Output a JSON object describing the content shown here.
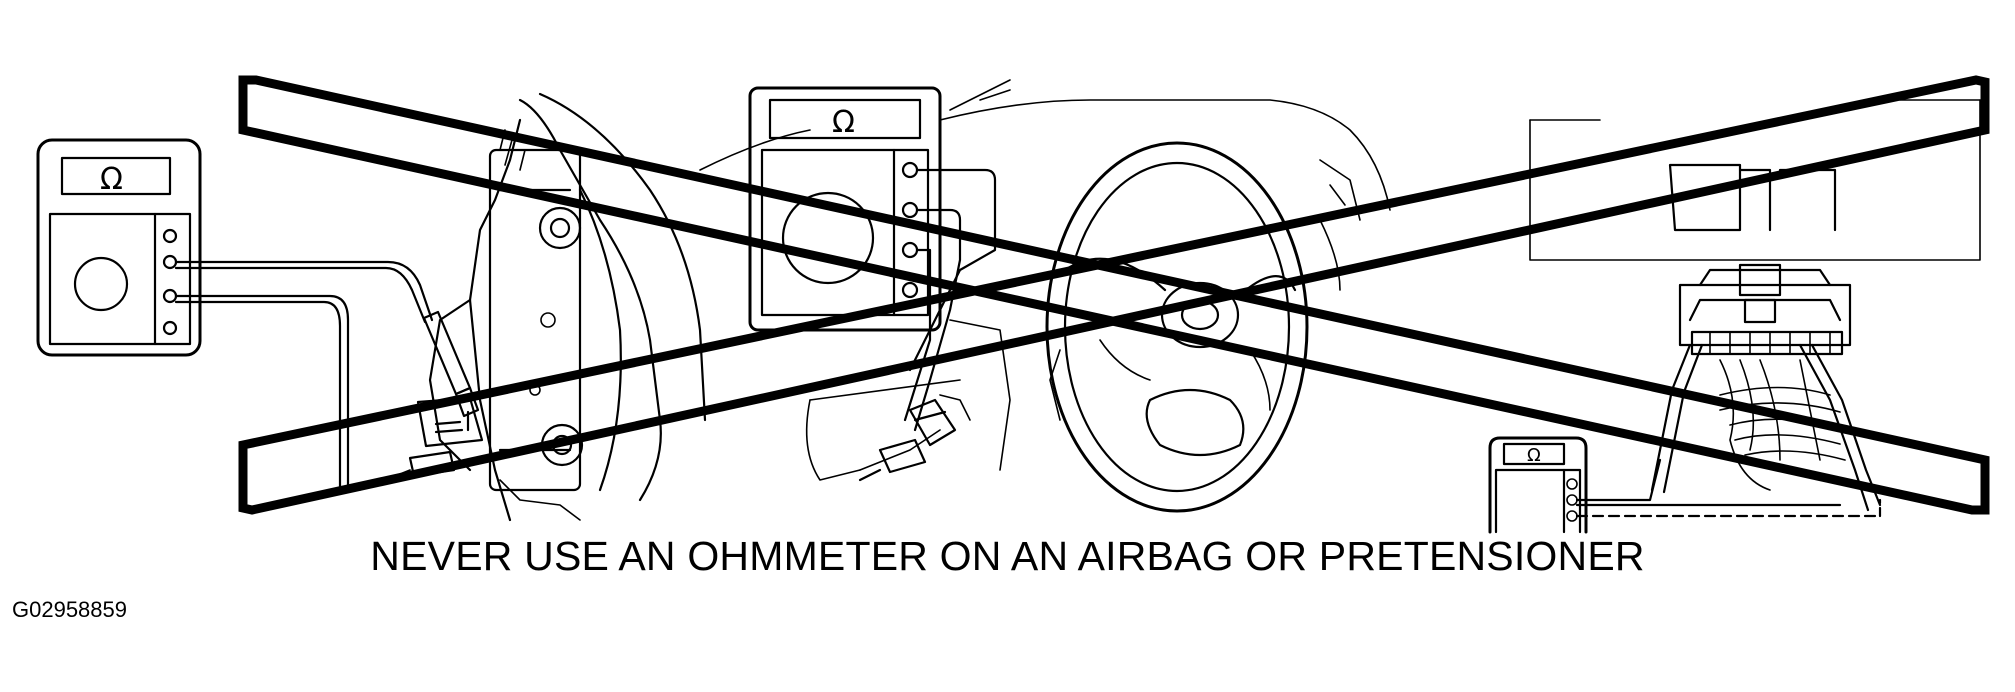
{
  "warning_text": "NEVER USE AN OHMMETER ON AN AIRBAG OR PRETENSIONER",
  "figure_id": "G02958859",
  "meter_symbol": "Ω",
  "icons": [
    "ohmmeter-icon",
    "airbag-module-icon",
    "steering-wheel-icon",
    "connector-icon",
    "cross-out-icon"
  ],
  "colors": {
    "ink": "#000000",
    "background": "#ffffff"
  }
}
